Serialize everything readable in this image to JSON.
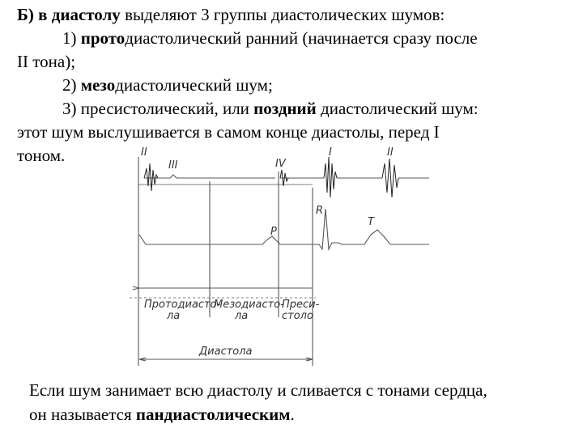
{
  "intro": {
    "prefix_bold": "Б) в диастолу",
    "rest": " выделяют 3 группы диастолических шумов:"
  },
  "items": [
    {
      "num": "1) ",
      "bold": "прото",
      "text": "диастолический ранний (начинается сразу после",
      "continuation": "II тона);"
    },
    {
      "num": "2) ",
      "bold": "мезо",
      "text": "диастолический шум;"
    },
    {
      "num": "3) ",
      "pre": "пресистолический, или ",
      "bold": "поздний",
      "text": " диастолический шум:",
      "continuation": "этот шум выслушивается в самом конце диастолы, перед I",
      "continuation2": "тоном."
    }
  ],
  "diagram": {
    "labels": {
      "tone_II_left": "II",
      "tone_III": "III",
      "tone_IV": "IV",
      "tone_I": "I",
      "tone_II_right": "II",
      "wave_P": "P",
      "wave_R": "R",
      "wave_T": "T",
      "zone_proto_1": "Протодиасто-",
      "zone_proto_2": "ла",
      "zone_mezo_1": "Мезодиасто-",
      "zone_mezo_2": "ла",
      "zone_pre_1": "Преси-",
      "zone_pre_2": "столо",
      "diastole": "Диастола"
    }
  },
  "footer": {
    "line1": "Если шум занимает всю диастолу и сливается с тонами сердца,",
    "line2_pre": "он называется ",
    "line2_bold": "пандиастолическим",
    "line2_post": "."
  }
}
